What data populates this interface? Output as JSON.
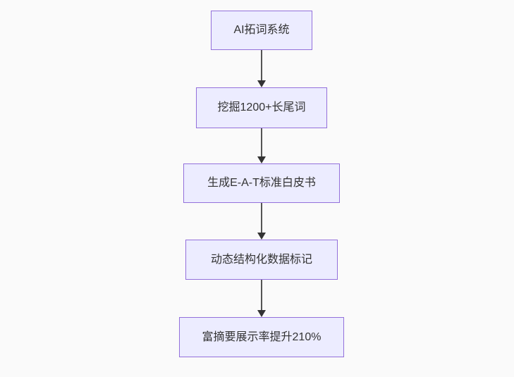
{
  "diagram": {
    "type": "flowchart",
    "direction": "top-down",
    "colors": {
      "background": "#fafafa",
      "node_fill": "#ececff",
      "node_border": "#9370db",
      "node_text": "#333333",
      "edge_line": "#555555",
      "edge_arrowhead": "#333333"
    },
    "nodes": [
      {
        "id": "n1",
        "label": "AI拓词系统"
      },
      {
        "id": "n2",
        "label": "挖掘1200+长尾词"
      },
      {
        "id": "n3",
        "label": "生成E-A-T标准白皮书"
      },
      {
        "id": "n4",
        "label": "动态结构化数据标记"
      },
      {
        "id": "n5",
        "label": "富摘要展示率提升210%"
      }
    ],
    "edges": [
      {
        "from": "n1",
        "to": "n2"
      },
      {
        "from": "n2",
        "to": "n3"
      },
      {
        "from": "n3",
        "to": "n4"
      },
      {
        "from": "n4",
        "to": "n5"
      }
    ]
  }
}
